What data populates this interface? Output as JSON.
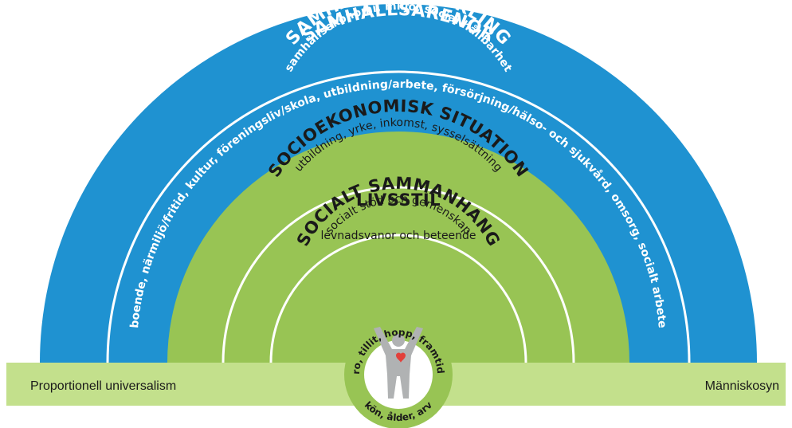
{
  "colors": {
    "blue": "#1f92d1",
    "green": "#98c454",
    "light_green": "#c3e08c",
    "white": "#ffffff",
    "heart": "#e2403b",
    "figure": "#b0b2b3"
  },
  "rings": {
    "samhallsutveckling": {
      "title": "SAMHÄLLSUTVECKLING",
      "subtitle": "samhällsekonomi, miljö, social hållbarhet"
    },
    "samhallsarenor": {
      "title": "SAMHÄLLSARENOR",
      "subtitle": "boende, närmiljö/fritid, kultur, föreningsliv/skola, utbildning/arbete, försörjning/hälso- och sjukvård, omsorg, socialt arbete"
    },
    "socioekonomisk": {
      "title": "SOCIOEKONOMISK SITUATION",
      "subtitle": "utbildning, yrke, inkomst, sysselsättning"
    },
    "livsstil": {
      "title": "LIVSSTIL",
      "subtitle": "levnadsvanor och beteende"
    },
    "socialt": {
      "title": "SOCIALT SAMMANHANG",
      "subtitle": "socialt stöd och gemenskap"
    }
  },
  "core": {
    "top": "Tilltro, tillit, hopp, framtidstro",
    "bottom": "kön, ålder, arv"
  },
  "bar": {
    "left_label": "Proportionell universalism",
    "right_label": "Människosyn"
  },
  "icons": {
    "person": "person-arms-raised-icon",
    "heart": "heart-icon"
  }
}
